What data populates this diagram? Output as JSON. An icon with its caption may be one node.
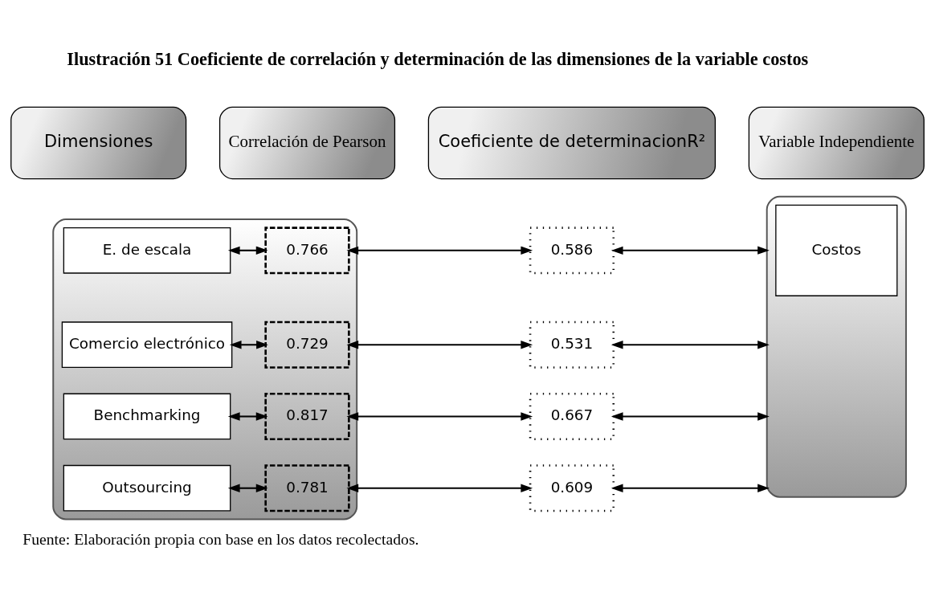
{
  "diagram": {
    "title": "Ilustración 51 Coeficiente de correlación y determinación de las dimensiones de la variable costos",
    "caption": "Fuente: Elaboración propia con base en los datos recolectados.",
    "nodes": [
      {
        "text": [
          "Dimensiones"
        ]
      },
      {
        "text": [
          "Correlación de Pearson"
        ]
      },
      {
        "text": [
          "Coeficiente de determinacionR²"
        ]
      },
      {
        "text": [
          "Variable Independiente"
        ]
      },
      {
        "text": [],
        "shape": "box"
      },
      {
        "text": [
          "E. de escala"
        ],
        "in": 4
      },
      {
        "text": [
          "0.766"
        ],
        "in": 4
      },
      {
        "text": [
          "0.586"
        ]
      },
      {
        "text": [],
        "shape": "box"
      },
      {
        "text": [
          "Costos"
        ],
        "in": 8
      },
      {
        "text": [
          "Comercio electrónico"
        ],
        "in": 4
      },
      {
        "text": [
          "0.729"
        ],
        "in": 4
      },
      {
        "text": [
          "0.531"
        ]
      },
      {
        "text": [
          "Benchmarking"
        ],
        "in": 4
      },
      {
        "text": [
          "0.817"
        ],
        "in": 4
      },
      {
        "text": [
          "0.667"
        ]
      },
      {
        "text": [
          "Outsourcing"
        ],
        "in": 4
      },
      {
        "text": [
          "0.781"
        ],
        "in": 4
      },
      {
        "text": [
          "0.609"
        ]
      }
    ],
    "edges": [
      {
        "from": 5,
        "to": 6,
        "arrow": "both"
      },
      {
        "from": 6,
        "to": 7,
        "arrow": "both"
      },
      {
        "from": 7,
        "to": 8,
        "arrow": "both"
      },
      {
        "from": 10,
        "to": 11,
        "arrow": "both"
      },
      {
        "from": 11,
        "to": 12,
        "arrow": "both"
      },
      {
        "from": 12,
        "to": 8,
        "arrow": "both"
      },
      {
        "from": 13,
        "to": 14,
        "arrow": "both"
      },
      {
        "from": 14,
        "to": 15,
        "arrow": "both"
      },
      {
        "from": 15,
        "to": 8,
        "arrow": "both"
      },
      {
        "from": 16,
        "to": 17,
        "arrow": "both"
      },
      {
        "from": 17,
        "to": 18,
        "arrow": "both"
      },
      {
        "from": 18,
        "to": 8,
        "arrow": "both"
      }
    ]
  }
}
